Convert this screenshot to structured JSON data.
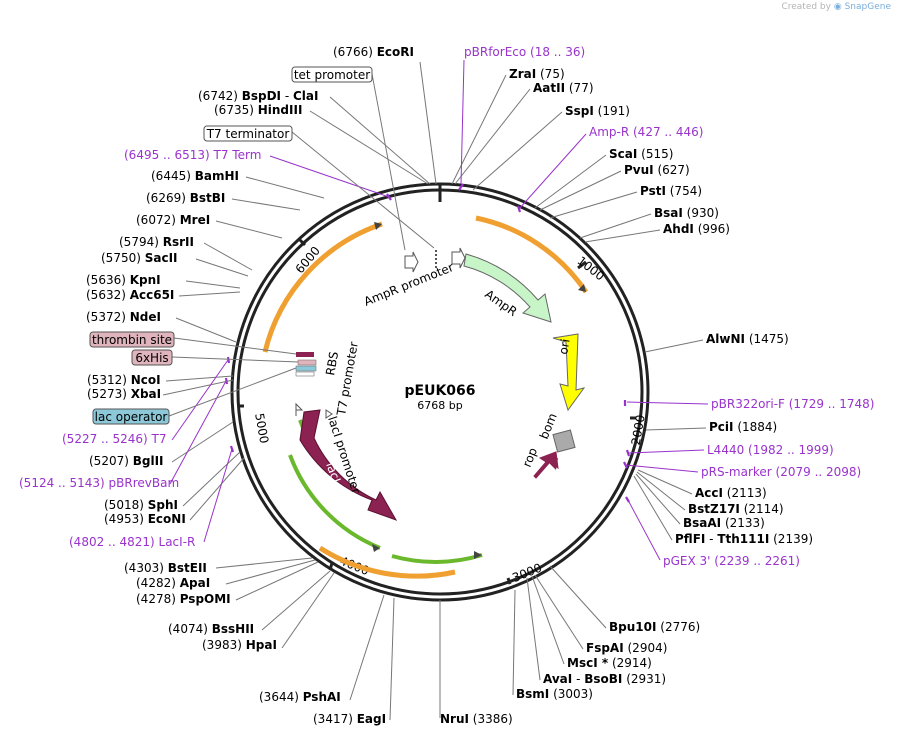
{
  "credit": {
    "prefix": "Created by",
    "brand": "SnapGene"
  },
  "plasmid": {
    "name": "pEUK066",
    "length_label": "6768 bp"
  },
  "ticks": [
    "1000",
    "2000",
    "3000",
    "4000",
    "5000",
    "6000"
  ],
  "inner_labels": {
    "ampr_promoter": "AmpR promoter",
    "ampr": "AmpR",
    "ori": "ori",
    "bom": "bom",
    "rop": "rop",
    "rbs": "RBS",
    "t7_promoter": "T7 promoter",
    "laci_promoter": "lacI promoter",
    "laci": "lacI"
  },
  "sites": [
    {
      "num": "(6766)",
      "name": "EcoRI"
    },
    {
      "name": "ZraI",
      "num": "(75)"
    },
    {
      "name": "AatII",
      "num": "(77)"
    },
    {
      "name": "SspI",
      "num": "(191)"
    },
    {
      "name": "ScaI",
      "num": "(515)"
    },
    {
      "name": "PvuI",
      "num": "(627)"
    },
    {
      "name": "PstI",
      "num": "(754)"
    },
    {
      "name": "BsaI",
      "num": "(930)"
    },
    {
      "name": "AhdI",
      "num": "(996)"
    },
    {
      "name": "AlwNI",
      "num": "(1475)"
    },
    {
      "name": "PciI",
      "num": "(1884)"
    },
    {
      "name": "AccI",
      "num": "(2113)"
    },
    {
      "name": "BstZ17I",
      "num": "(2114)"
    },
    {
      "name": "BsaAI",
      "num": "(2133)"
    },
    {
      "name": "PflFI",
      "sep": "-",
      "name2": "Tth111I",
      "num": "(2139)"
    },
    {
      "name": "Bpu10I",
      "num": "(2776)"
    },
    {
      "name": "FspAI",
      "num": "(2904)"
    },
    {
      "name": "MscI *",
      "num": "(2914)"
    },
    {
      "name": "AvaI",
      "sep": "-",
      "name2": "BsoBI",
      "num": "(2931)"
    },
    {
      "name": "BsmI",
      "num": "(3003)"
    },
    {
      "name": "NruI",
      "num": "(3386)"
    },
    {
      "num": "(3417)",
      "name": "EagI"
    },
    {
      "num": "(3644)",
      "name": "PshAI"
    },
    {
      "num": "(3983)",
      "name": "HpaI"
    },
    {
      "num": "(4074)",
      "name": "BssHII"
    },
    {
      "num": "(4278)",
      "name": "PspOMI"
    },
    {
      "num": "(4282)",
      "name": "ApaI"
    },
    {
      "num": "(4303)",
      "name": "BstEII"
    },
    {
      "num": "(4953)",
      "name": "EcoNI"
    },
    {
      "num": "(5018)",
      "name": "SphI"
    },
    {
      "num": "(5207)",
      "name": "BglII"
    },
    {
      "num": "(5273)",
      "name": "XbaI"
    },
    {
      "num": "(5312)",
      "name": "NcoI"
    },
    {
      "num": "(5372)",
      "name": "NdeI"
    },
    {
      "num": "(5632)",
      "name": "Acc65I"
    },
    {
      "num": "(5636)",
      "name": "KpnI"
    },
    {
      "num": "(5750)",
      "name": "SacII"
    },
    {
      "num": "(5794)",
      "name": "RsrII"
    },
    {
      "num": "(6072)",
      "name": "MreI"
    },
    {
      "num": "(6269)",
      "name": "BstBI"
    },
    {
      "num": "(6445)",
      "name": "BamHI"
    },
    {
      "num": "(6735)",
      "name": "HindIII"
    },
    {
      "num": "(6742)",
      "name": "BspDI",
      "sep": "-",
      "name2": "ClaI"
    }
  ],
  "primers": [
    {
      "name": "pBRforEco",
      "range": "(18 .. 36)"
    },
    {
      "name": "Amp-R",
      "range": "(427 .. 446)"
    },
    {
      "name": "pBR322ori-F",
      "range": "(1729 .. 1748)"
    },
    {
      "name": "L4440",
      "range": "(1982 .. 1999)"
    },
    {
      "name": "pRS-marker",
      "range": "(2079 .. 2098)"
    },
    {
      "name": "pGEX 3'",
      "range": "(2239 .. 2261)"
    },
    {
      "range": "(6495 .. 6513)",
      "name": "T7 Term"
    },
    {
      "range": "(5227 .. 5246)",
      "name": "T7"
    },
    {
      "range": "(5124 .. 5143)",
      "name": "pBRrevBam"
    },
    {
      "range": "(4802 .. 4821)",
      "name": "LacI-R"
    }
  ],
  "boxed_features": [
    {
      "name": "tet promoter"
    },
    {
      "name": "T7 terminator"
    },
    {
      "name": "thrombin site"
    },
    {
      "name": "6xHis"
    },
    {
      "name": "lac operator"
    }
  ],
  "colors": {
    "backbone": "#222222",
    "ampr": "#c8f5c8",
    "ori": "#ffff00",
    "laci": "#8b2252",
    "orf_orange": "#f0a030",
    "orf_green": "#6ab82c",
    "primer": "#9933cc",
    "thrombin": "#e0b4bc",
    "his": "#e0b4bc",
    "lac_operator": "#8cc8d8"
  }
}
